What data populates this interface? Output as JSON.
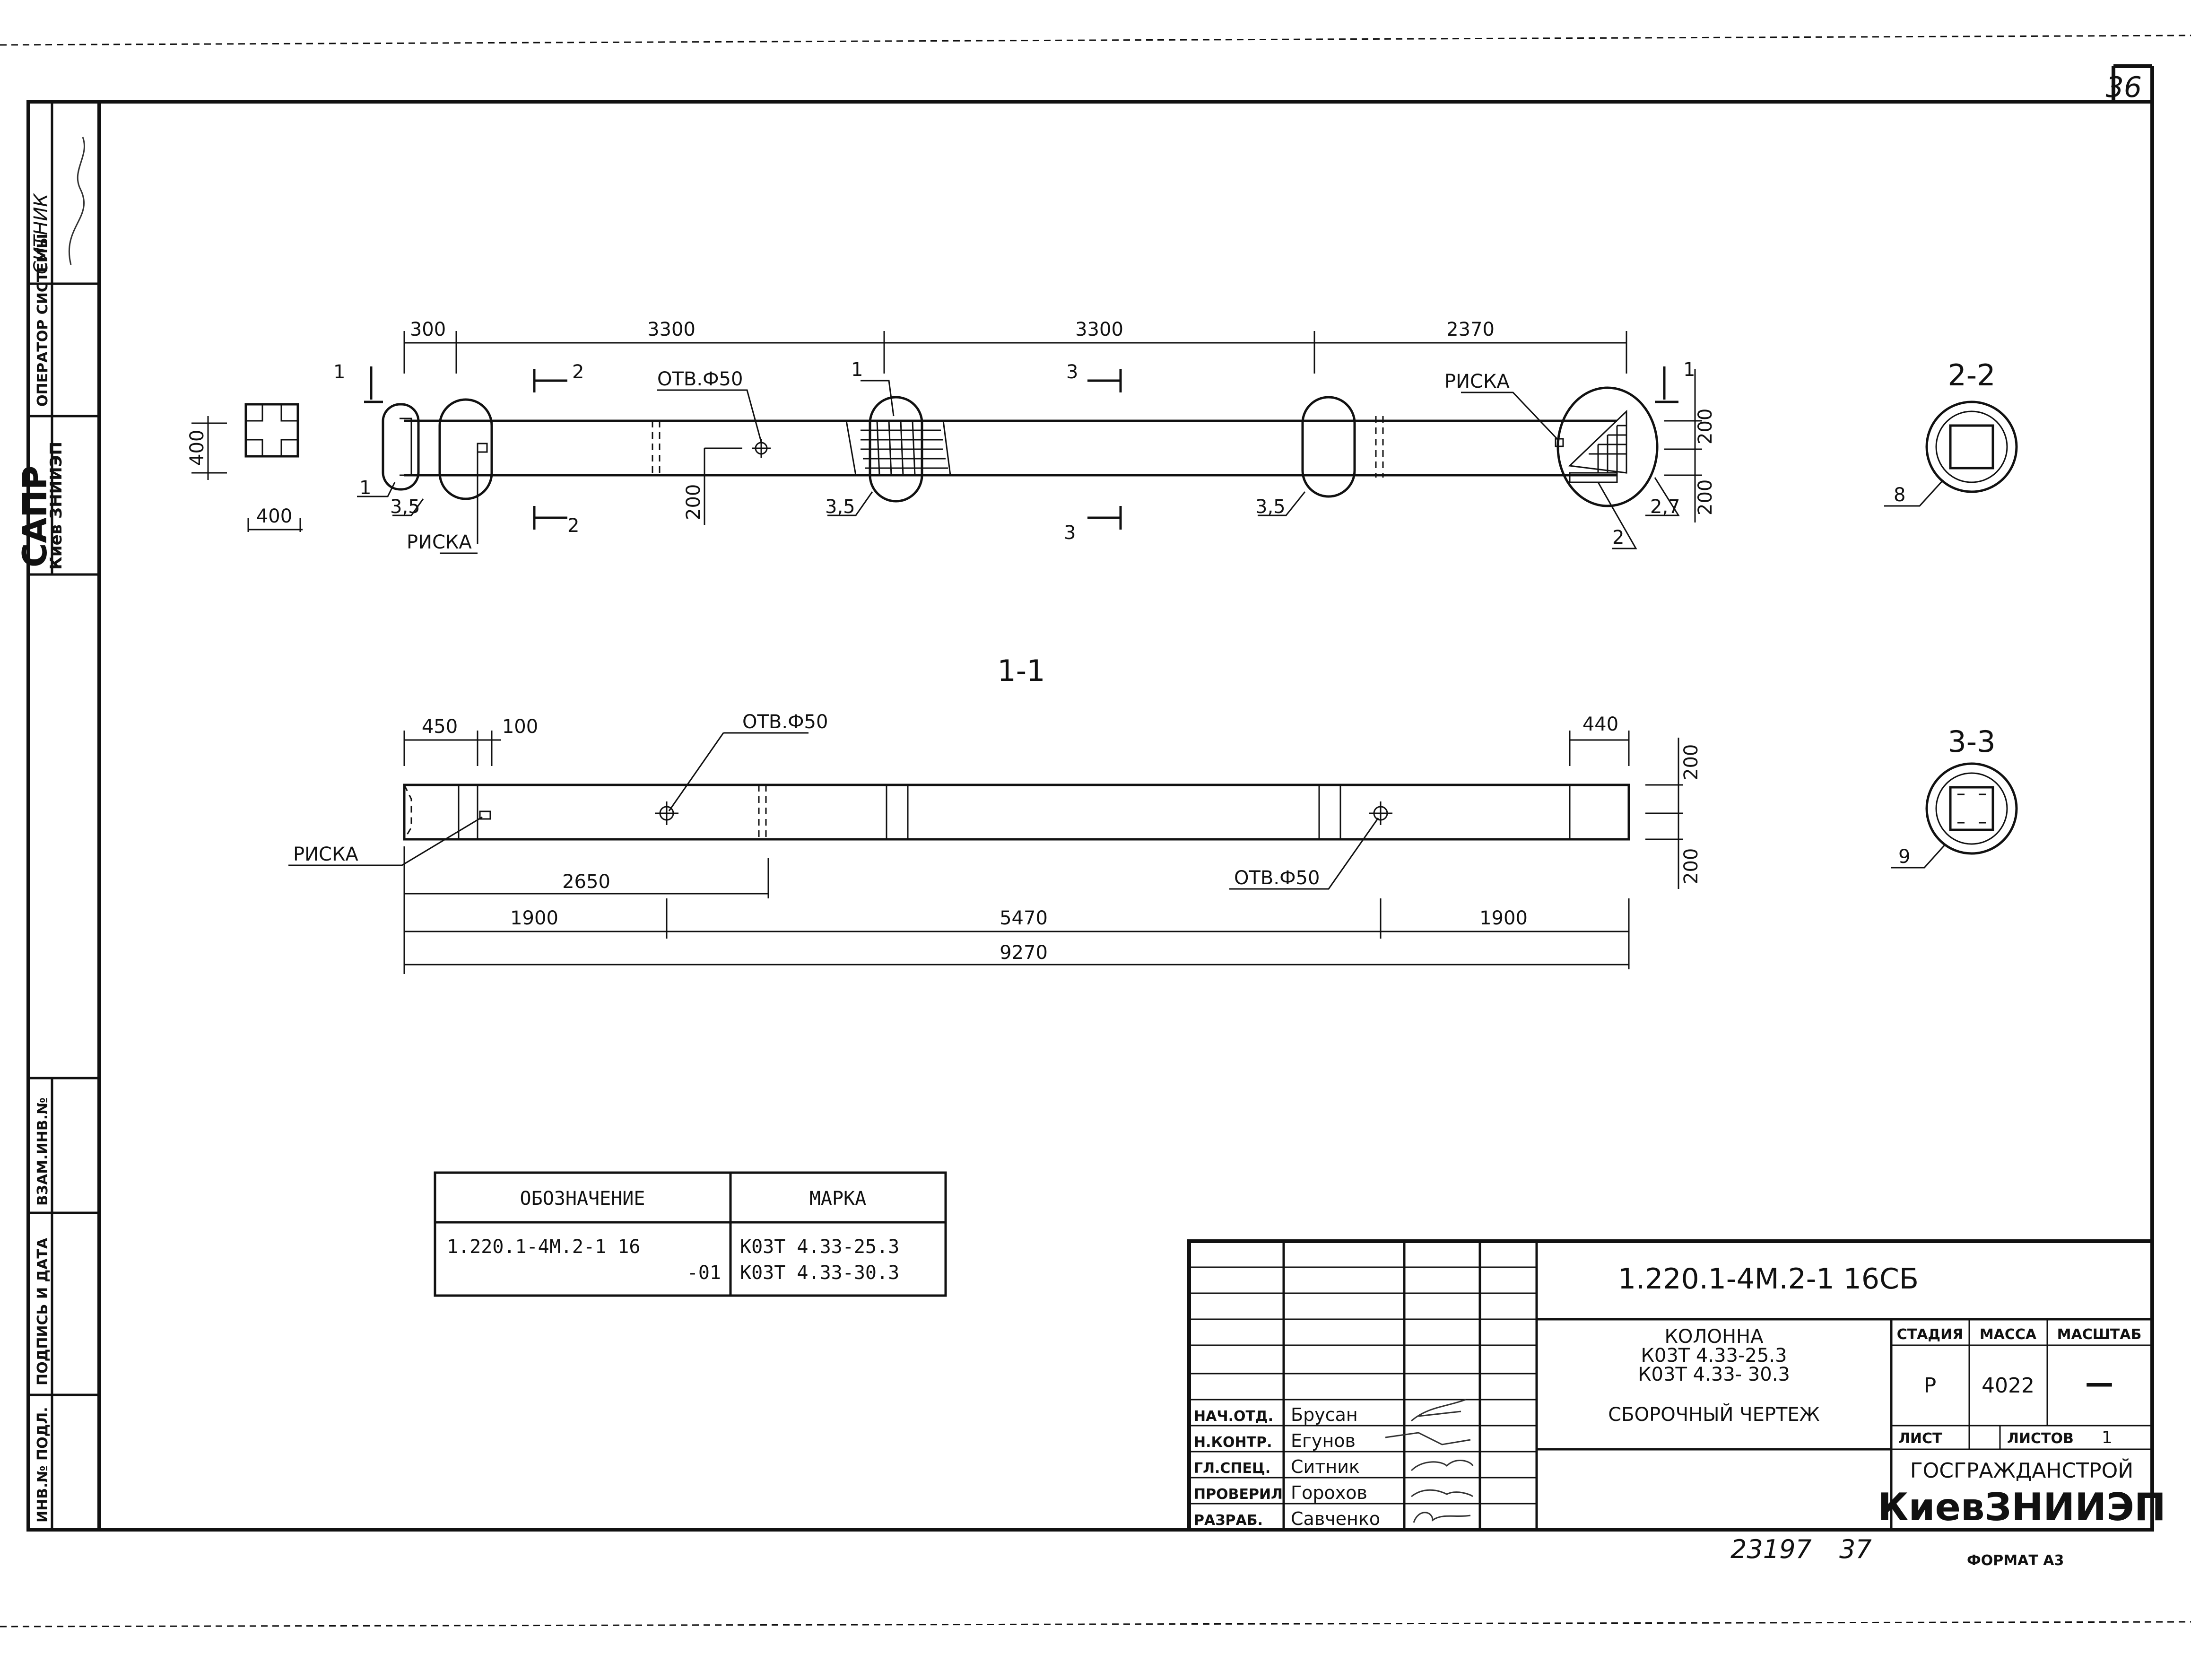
{
  "page_number": "36",
  "left_strip": {
    "system": "САПР",
    "org": "Киев ЗНИИЭП",
    "operator_label": "ОПЕРАТОР СИСТЕМЫ",
    "operator_name": "СИТНИК",
    "inv_subst": "ВЗАМ.ИНВ.№",
    "sign_date": "ПОДПИСЬ И ДАТА",
    "inv_orig": "ИНВ.№ ПОДЛ."
  },
  "plan": {
    "dims_top": [
      "300",
      "3300",
      "3300",
      "2370"
    ],
    "left_section_w": "400",
    "left_section_h": "400",
    "hole_label": "ОТВ.Ф50",
    "risk_label": "РИСКА",
    "callouts": [
      "1",
      "1",
      "2",
      "3,5",
      "3,5",
      "3,5",
      "2,7"
    ],
    "cut_marks": [
      "1",
      "1",
      "2",
      "2",
      "3",
      "3"
    ],
    "dim_200": "200",
    "right_dims": [
      "200",
      "200"
    ]
  },
  "section_1": {
    "title": "1-1",
    "dims_top": [
      "450",
      "100",
      "440"
    ],
    "hole_label_1": "ОТВ.Ф50",
    "hole_label_2": "ОТВ.Ф50",
    "risk_label": "РИСКА",
    "dim_2650": "2650",
    "dims_chain": [
      "1900",
      "5470",
      "1900"
    ],
    "total": "9270",
    "right_dims": [
      "200",
      "200"
    ]
  },
  "section_2": {
    "title": "2-2",
    "callout": "8"
  },
  "section_3": {
    "title": "3-3",
    "callout": "9"
  },
  "spec_table": {
    "headers": [
      "ОБОЗНАЧЕНИЕ",
      "МАРКА"
    ],
    "row_code_1": "1.220.1-4М.2-1 16",
    "row_code_2": "-01",
    "row_mark_1": "К03Т 4.33-25.3",
    "row_mark_2": "К03Т 4.33-30.3"
  },
  "title_block": {
    "doc_code": "1.220.1-4М.2-1 16СБ",
    "item": "КОЛОННА",
    "mark_1": "К03Т 4.33-25.3",
    "mark_2": "К03Т 4.33- 30.3",
    "drawing_type": "СБОРОЧНЫЙ ЧЕРТЕЖ",
    "stage_label": "СТАДИЯ",
    "mass_label": "МАССА",
    "scale_label": "МАСШТАБ",
    "stage": "Р",
    "mass": "4022",
    "scale": "—",
    "sheet_label": "ЛИСТ",
    "sheets_label": "ЛИСТОВ",
    "sheets": "1",
    "org_1": "ГОСГРАЖДАНСТРОЙ",
    "org_2": "КиевЗНИИЭП",
    "roles": [
      "НАЧ.ОТД.",
      "Н.КОНТР.",
      "ГЛ.СПЕЦ.",
      "ПРОВЕРИЛ",
      "РАЗРАБ."
    ],
    "names": [
      "Брусан",
      "Егунов",
      "Ситник",
      "Горохов",
      "Савченко"
    ]
  },
  "footer": {
    "archive_no": "23197",
    "page": "37",
    "format": "ФОРМАТ А3"
  }
}
